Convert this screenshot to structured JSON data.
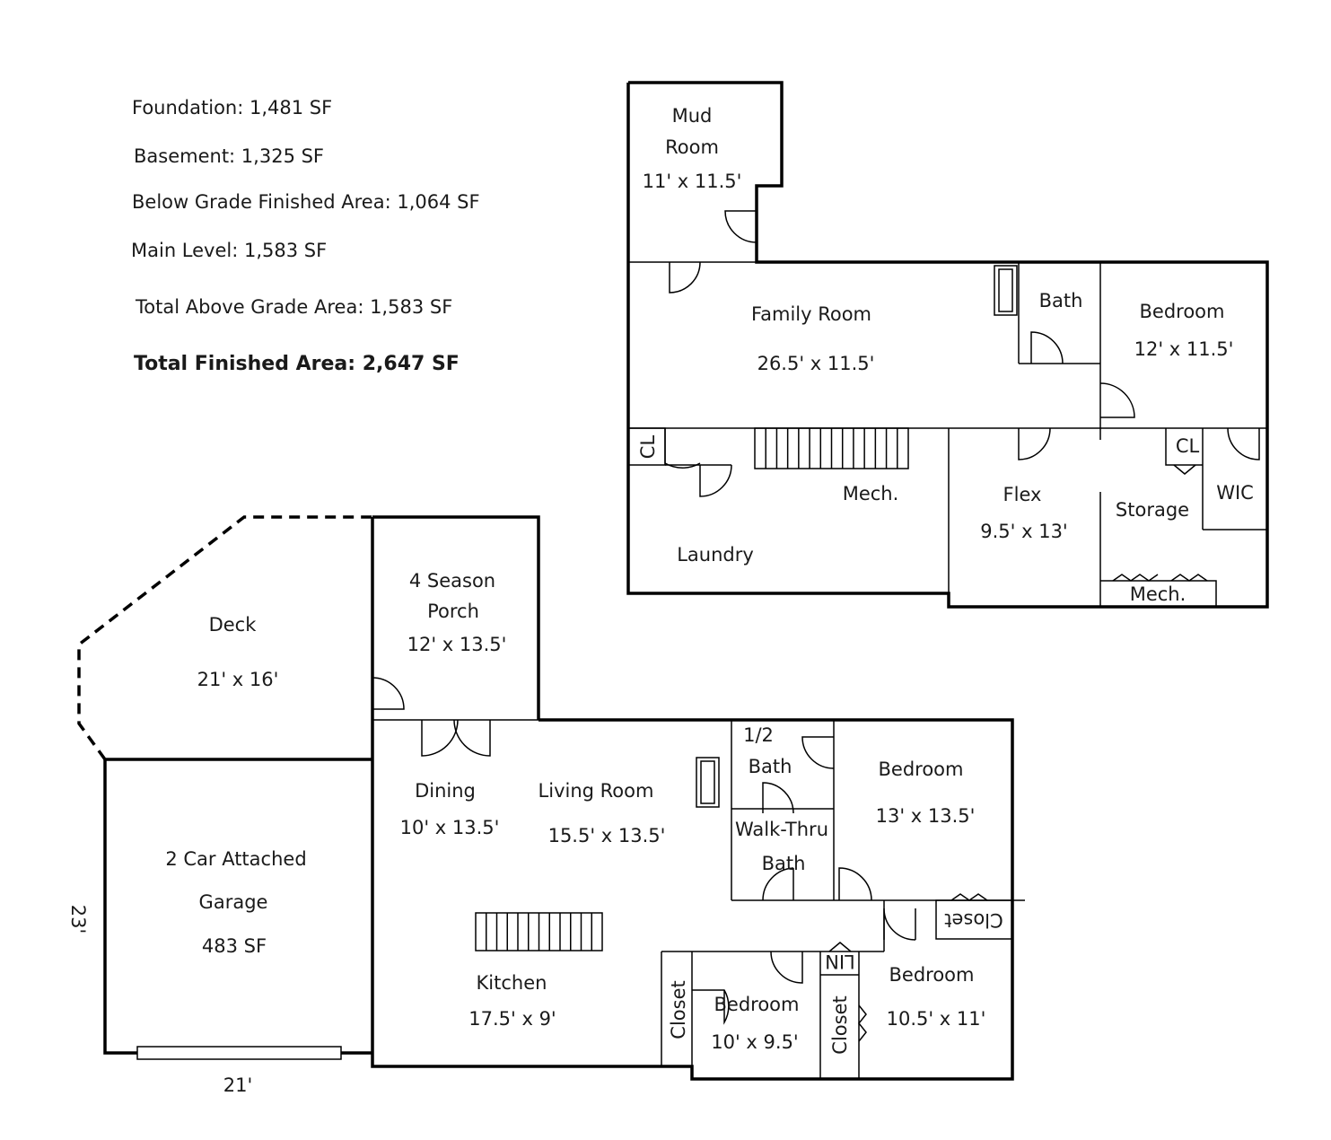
{
  "stats": {
    "foundation": "Foundation: 1,481 SF",
    "basement": "Basement: 1,325 SF",
    "below_grade": "Below Grade Finished Area: 1,064 SF",
    "main_level": "Main Level: 1,583 SF",
    "total_above": "Total Above Grade Area: 1,583 SF",
    "total_finished": "Total Finished Area: 2,647 SF"
  },
  "lower": {
    "mud_room": [
      "Mud",
      "Room",
      "11' x 11.5'"
    ],
    "family_room": [
      "Family Room",
      "26.5' x 11.5'"
    ],
    "bath": "Bath",
    "bedroom": [
      "Bedroom",
      "12' x 11.5'"
    ],
    "cl_left": "CL",
    "mech": "Mech.",
    "laundry": "Laundry",
    "flex": [
      "Flex",
      "9.5' x 13'"
    ],
    "storage": "Storage",
    "cl_right": "CL",
    "wic": "WIC",
    "mech2": "Mech."
  },
  "main": {
    "deck": [
      "Deck",
      "21' x 16'"
    ],
    "porch": [
      "4 Season",
      "Porch",
      "12' x 13.5'"
    ],
    "garage": [
      "2 Car Attached",
      "Garage",
      "483 SF"
    ],
    "garage_width": "21'",
    "garage_depth": "23'",
    "dining": [
      "Dining",
      "10' x 13.5'"
    ],
    "living": [
      "Living Room",
      "15.5' x 13.5'"
    ],
    "half_bath": [
      "1/2",
      "Bath"
    ],
    "walk_thru": [
      "Walk-Thru",
      "Bath"
    ],
    "bedroom1": [
      "Bedroom",
      "13' x 13.5'"
    ],
    "closet_flipped": "Closet",
    "bedroom2": [
      "Bedroom",
      "10.5' x 11'"
    ],
    "lin": "LIN",
    "closet_a": "Closet",
    "closet_b": "Closet",
    "bedroom3": [
      "Bedroom",
      "10' x 9.5'"
    ],
    "kitchen": [
      "Kitchen",
      "17.5' x 9'"
    ]
  }
}
